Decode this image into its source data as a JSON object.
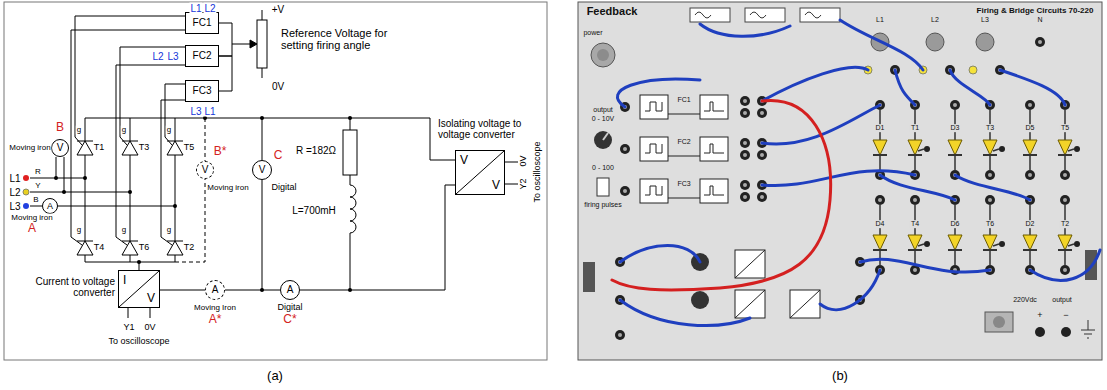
{
  "diagram": {
    "nodes": [
      {
        "text": [
          "FC1"
        ]
      },
      {
        "text": [
          "FC2"
        ]
      },
      {
        "text": [
          "FC3"
        ]
      },
      {
        "text": [
          "V"
        ]
      },
      {
        "text": [
          "A"
        ]
      },
      {
        "text": [
          "V"
        ]
      },
      {
        "text": [
          "V"
        ]
      },
      {
        "text": [
          "V",
          "V"
        ]
      },
      {
        "text": [
          "I",
          "V"
        ]
      },
      {
        "text": [
          "A"
        ]
      },
      {
        "text": [
          "A"
        ]
      }
    ],
    "edges": [
      {
        "from": 0,
        "to": 1,
        "arrow": "none"
      },
      {
        "from": 1,
        "to": 2,
        "arrow": "none"
      },
      {
        "from": 9,
        "to": 10,
        "arrow": "none"
      }
    ],
    "labels": [
      "L1",
      "L2",
      "+V",
      "Reference Voltage for setting firing angle",
      "L2",
      "L3",
      "L3",
      "L1",
      "0V",
      "B",
      "Moving iron",
      "L1",
      "R",
      "L2",
      "Y",
      "L3",
      "B",
      "Moving iron",
      "A",
      "g",
      "T1",
      "g",
      "T3",
      "g",
      "T5",
      "B*",
      "Moving iron",
      "C",
      "Digital",
      "R =182Ω",
      "L=700mH",
      "Isolating voltage to voltage converter",
      "Y2",
      "0V",
      "To oscilloscope",
      "g",
      "T4",
      "g",
      "T6",
      "g",
      "T2",
      "Current to voltage converter",
      "Moving Iron",
      "A*",
      "Digital",
      "C*",
      "Y1",
      "0V",
      "To oscilloscope",
      "(a)",
      "Feedback",
      "Firing & Bridge Circuits 70-220",
      "power",
      "FC1",
      "FC2",
      "FC3",
      "L1",
      "L2",
      "L3",
      "N",
      "output",
      "0 - 10V",
      "0 - 100",
      "firing pulses",
      "D1",
      "T1",
      "D3",
      "T3",
      "D5",
      "T5",
      "D4",
      "T4",
      "D6",
      "T6",
      "D2",
      "T2",
      "220Vdc",
      "output",
      "+",
      "−",
      "(b)"
    ]
  }
}
